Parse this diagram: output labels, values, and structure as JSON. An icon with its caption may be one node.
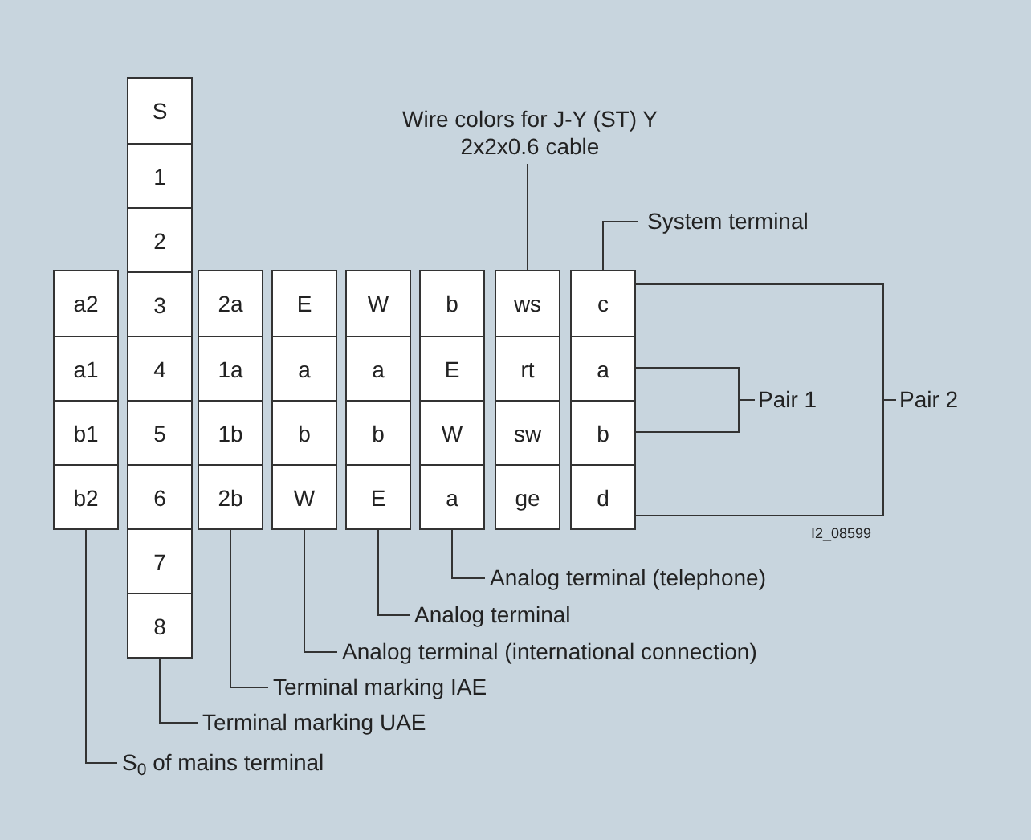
{
  "diagram": {
    "nodes": [
      {
        "text": [],
        "shape": "box"
      },
      {
        "text": [
          "a2"
        ],
        "in": 0
      },
      {
        "text": [
          "a1"
        ],
        "in": 0
      },
      {
        "text": [
          "b1"
        ],
        "in": 0
      },
      {
        "text": [
          "b2"
        ],
        "in": 0
      },
      {
        "text": [],
        "shape": "box"
      },
      {
        "text": [
          "S"
        ],
        "in": 5
      },
      {
        "text": [
          "1"
        ],
        "in": 5
      },
      {
        "text": [
          "2"
        ],
        "in": 5
      },
      {
        "text": [
          "3"
        ],
        "in": 5
      },
      {
        "text": [
          "4"
        ],
        "in": 5
      },
      {
        "text": [
          "5"
        ],
        "in": 5
      },
      {
        "text": [
          "6"
        ],
        "in": 5
      },
      {
        "text": [
          "7"
        ],
        "in": 5
      },
      {
        "text": [
          "8"
        ],
        "in": 5
      },
      {
        "text": [],
        "shape": "box"
      },
      {
        "text": [
          "2a"
        ],
        "in": 15
      },
      {
        "text": [
          "1a"
        ],
        "in": 15
      },
      {
        "text": [
          "1b"
        ],
        "in": 15
      },
      {
        "text": [
          "2b"
        ],
        "in": 15
      },
      {
        "text": [],
        "shape": "box"
      },
      {
        "text": [
          "E"
        ],
        "in": 20
      },
      {
        "text": [
          "a"
        ],
        "in": 20
      },
      {
        "text": [
          "b"
        ],
        "in": 20
      },
      {
        "text": [
          "W"
        ],
        "in": 20
      },
      {
        "text": [],
        "shape": "box"
      },
      {
        "text": [
          "W"
        ],
        "in": 25
      },
      {
        "text": [
          "a"
        ],
        "in": 25
      },
      {
        "text": [
          "b"
        ],
        "in": 25
      },
      {
        "text": [
          "E"
        ],
        "in": 25
      },
      {
        "text": [],
        "shape": "box"
      },
      {
        "text": [
          "b"
        ],
        "in": 30
      },
      {
        "text": [
          "E"
        ],
        "in": 30
      },
      {
        "text": [
          "W"
        ],
        "in": 30
      },
      {
        "text": [
          "a"
        ],
        "in": 30
      },
      {
        "text": [],
        "shape": "box"
      },
      {
        "text": [
          "ws"
        ],
        "in": 35
      },
      {
        "text": [
          "rt"
        ],
        "in": 35
      },
      {
        "text": [
          "sw"
        ],
        "in": 35
      },
      {
        "text": [
          "ge"
        ],
        "in": 35
      },
      {
        "text": [],
        "shape": "box"
      },
      {
        "text": [
          "c"
        ],
        "in": 40
      },
      {
        "text": [
          "a"
        ],
        "in": 40
      },
      {
        "text": [
          "b"
        ],
        "in": 40
      },
      {
        "text": [
          "d"
        ],
        "in": 40
      },
      {
        "text": [
          "Wire colors for J-Y (ST) Y 2x2x0.6 cable"
        ]
      },
      {
        "text": [
          "System terminal"
        ]
      },
      {
        "text": [
          "Pair 1"
        ]
      },
      {
        "text": [
          "Pair 2"
        ]
      },
      {
        "text": [
          "Analog terminal (telephone)"
        ]
      },
      {
        "text": [
          "Analog terminal"
        ]
      },
      {
        "text": [
          "Analog terminal (international connection)"
        ]
      },
      {
        "text": [
          "Terminal marking IAE"
        ]
      },
      {
        "text": [
          "Terminal marking UAE"
        ]
      },
      {
        "text": [
          "S$_{0}$ of mains terminal"
        ]
      }
    ],
    "edges": [
      {
        "from": 45,
        "to": 35,
        "arrow": "none"
      },
      {
        "from": 46,
        "to": 40,
        "arrow": "none"
      },
      {
        "from": 42,
        "to": 47,
        "arrow": "none"
      },
      {
        "from": 43,
        "to": 47,
        "arrow": "none"
      },
      {
        "from": 41,
        "to": 48,
        "arrow": "none"
      },
      {
        "from": 44,
        "to": 48,
        "arrow": "none"
      },
      {
        "from": 49,
        "to": 30,
        "arrow": "none"
      },
      {
        "from": 50,
        "to": 25,
        "arrow": "none"
      },
      {
        "from": 51,
        "to": 20,
        "arrow": "none"
      },
      {
        "from": 52,
        "to": 15,
        "arrow": "none"
      },
      {
        "from": 53,
        "to": 5,
        "arrow": "none"
      },
      {
        "from": 54,
        "to": 0,
        "arrow": "none"
      }
    ],
    "labels": [
      "I2_08599"
    ]
  }
}
